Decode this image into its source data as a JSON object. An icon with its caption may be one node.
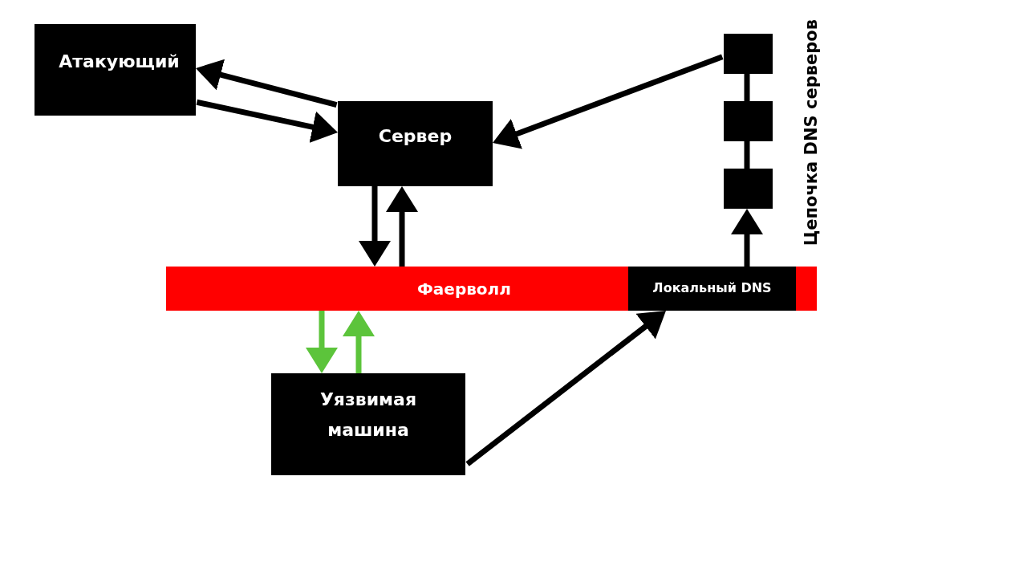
{
  "diagram": {
    "nodes": [
      {
        "text": [
          "Атакующий"
        ]
      },
      {
        "text": [
          "Сервер"
        ]
      },
      {
        "text": [],
        "shape": "box"
      },
      {
        "text": [],
        "shape": "box"
      },
      {
        "text": [],
        "shape": "box"
      },
      {
        "text": [
          "Фаерволл"
        ]
      },
      {
        "text": [
          "Локальный DNS"
        ],
        "in": 5
      },
      {
        "text": [
          "Уязвимая машина"
        ]
      }
    ],
    "edges": [
      {
        "from": 1,
        "to": 0,
        "arrow": "to"
      },
      {
        "from": 0,
        "to": 1,
        "arrow": "to"
      },
      {
        "from": 2,
        "to": 1,
        "arrow": "to"
      },
      {
        "from": 2,
        "to": 3,
        "arrow": "none"
      },
      {
        "from": 3,
        "to": 4,
        "arrow": "none"
      },
      {
        "from": 1,
        "to": 5,
        "arrow": "to"
      },
      {
        "from": 5,
        "to": 1,
        "arrow": "to"
      },
      {
        "from": 5,
        "to": 7,
        "arrow": "to",
        "color": "#5cc43b"
      },
      {
        "from": 7,
        "to": 5,
        "arrow": "to",
        "color": "#5cc43b"
      },
      {
        "from": 7,
        "to": 6,
        "arrow": "to"
      },
      {
        "from": 6,
        "to": 4,
        "arrow": "to"
      }
    ],
    "labels": [
      "Цепочка DNS серверов"
    ]
  }
}
